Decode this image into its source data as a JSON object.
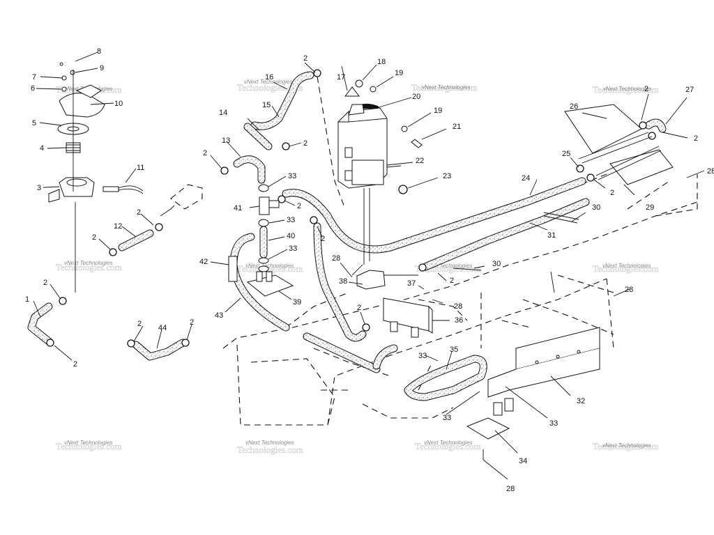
{
  "diagram": {
    "watermark": {
      "line1": "vNext Technologies",
      "line2": "Technologies.com"
    },
    "callouts": {
      "c1": "1",
      "c2": "2",
      "c3": "3",
      "c4": "4",
      "c5": "5",
      "c6": "6",
      "c7": "7",
      "c8": "8",
      "c9": "9",
      "c10": "10",
      "c11": "11",
      "c12": "12",
      "c13": "13",
      "c14": "14",
      "c15": "15",
      "c16": "16",
      "c17": "17",
      "c18": "18",
      "c19": "19",
      "c20": "20",
      "c21": "21",
      "c22": "22",
      "c23": "23",
      "c24": "24",
      "c25": "25",
      "c26": "26",
      "c27": "27",
      "c28": "28",
      "c29": "29",
      "c30": "30",
      "c31": "31",
      "c32": "32",
      "c33": "33",
      "c34": "34",
      "c35": "35",
      "c36": "36",
      "c37": "37",
      "c38": "38",
      "c39": "39",
      "c40": "40",
      "c41": "41",
      "c42": "42",
      "c43": "43",
      "c44": "44"
    }
  }
}
